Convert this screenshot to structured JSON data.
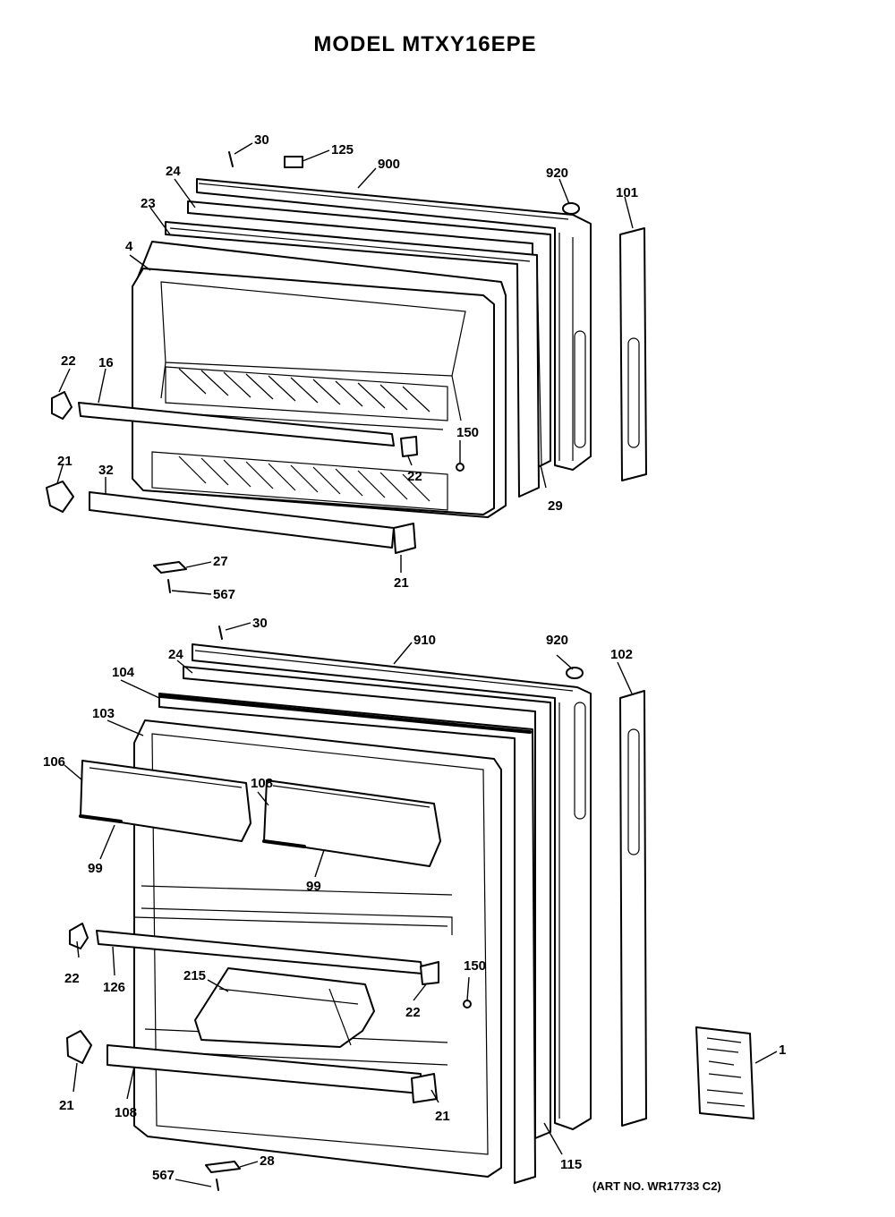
{
  "title": "MODEL MTXY16EPE",
  "art_no": "(ART NO. WR17733 C2)",
  "freezer_door": {
    "parts": {
      "screw_top": "30",
      "plug": "125",
      "outer_door": "900",
      "gasket_top": "24",
      "gasket_mid": "23",
      "liner": "4",
      "cap_top": "920",
      "handle": "101",
      "stop_left": "22",
      "shelf_bar": "16",
      "stop_right": "22",
      "magnet": "150",
      "stop_lower_left": "21",
      "shelf_bar_lower": "32",
      "strip": "29",
      "cam": "27",
      "screw_bottom": "567",
      "stop_lower_right": "21"
    }
  },
  "fresh_food_door": {
    "parts": {
      "screw_top": "30",
      "outer_door": "910",
      "cap_top": "920",
      "handle": "102",
      "gasket_top": "24",
      "gasket": "104",
      "liner": "103",
      "bin_left": "106",
      "bin_right": "108",
      "bin_cover_left": "99",
      "bin_cover_right": "99",
      "stop_left": "22",
      "shelf_bar": "126",
      "dairy_bin": "215",
      "magnet": "150",
      "stop_right": "22",
      "stop_lower_left": "21",
      "shelf_bar_lower": "108",
      "stop_lower_right": "21",
      "strip": "115",
      "cam": "28",
      "screw_bottom": "567",
      "manual": "1"
    }
  }
}
